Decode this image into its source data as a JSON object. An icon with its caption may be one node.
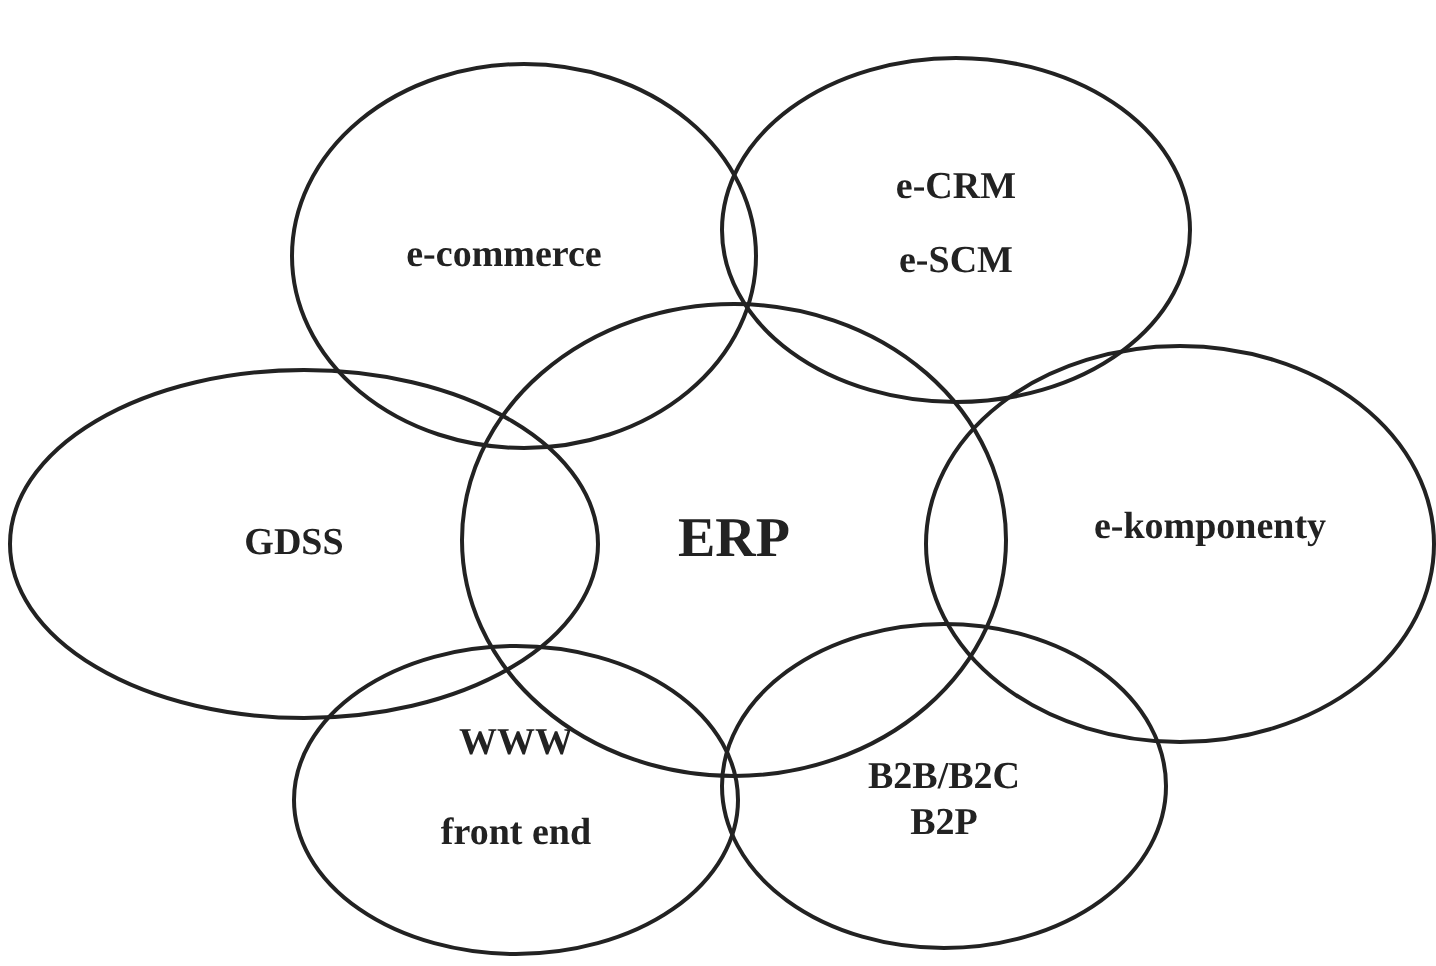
{
  "diagram": {
    "nodes": [
      {
        "text": [
          "ERP"
        ]
      },
      {
        "text": [
          "e-commerce"
        ]
      },
      {
        "text": [
          "e-CRM",
          "e-SCM"
        ]
      },
      {
        "text": [
          "GDSS"
        ]
      },
      {
        "text": [
          "e-komponenty"
        ]
      },
      {
        "text": [
          "WWW",
          "front end"
        ]
      },
      {
        "text": [
          "B2B/B2C B2P"
        ]
      }
    ]
  }
}
